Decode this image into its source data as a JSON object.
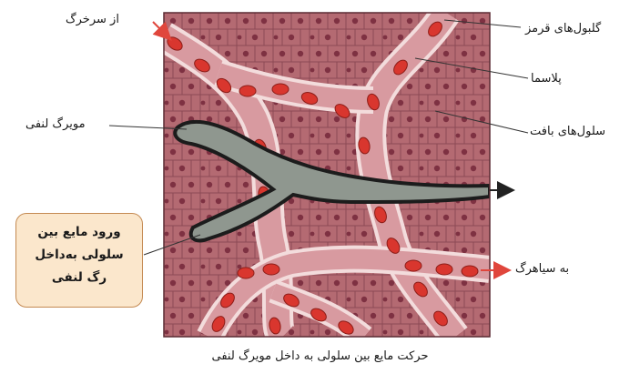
{
  "labels": {
    "from_artery": "از سرخرگ",
    "red_blood_cells": "گلبول‌های قرمز",
    "plasma": "پلاسما",
    "lymph_capillary": "مویرگ لنفی",
    "tissue_cells": "سلول‌های بافت",
    "to_vein": "به سیاهرگ"
  },
  "callout": {
    "line1": "ورود مایع بین",
    "line2": "سلولی به‌داخل",
    "line3": "رگ لنفی"
  },
  "caption": "حرکت مایع بین سلولی به داخل مویرگ لنفی",
  "colors": {
    "tissue": "#b46a72",
    "cell_nucleus": "#7e3142",
    "vessel": "#d89aa0",
    "vessel_wall": "#f3dcdc",
    "red_blood_cell": "#d9362e",
    "lymph": "#8f978f",
    "callout_fill": "#fbe7cc",
    "arrow_red": "#e0463c"
  }
}
